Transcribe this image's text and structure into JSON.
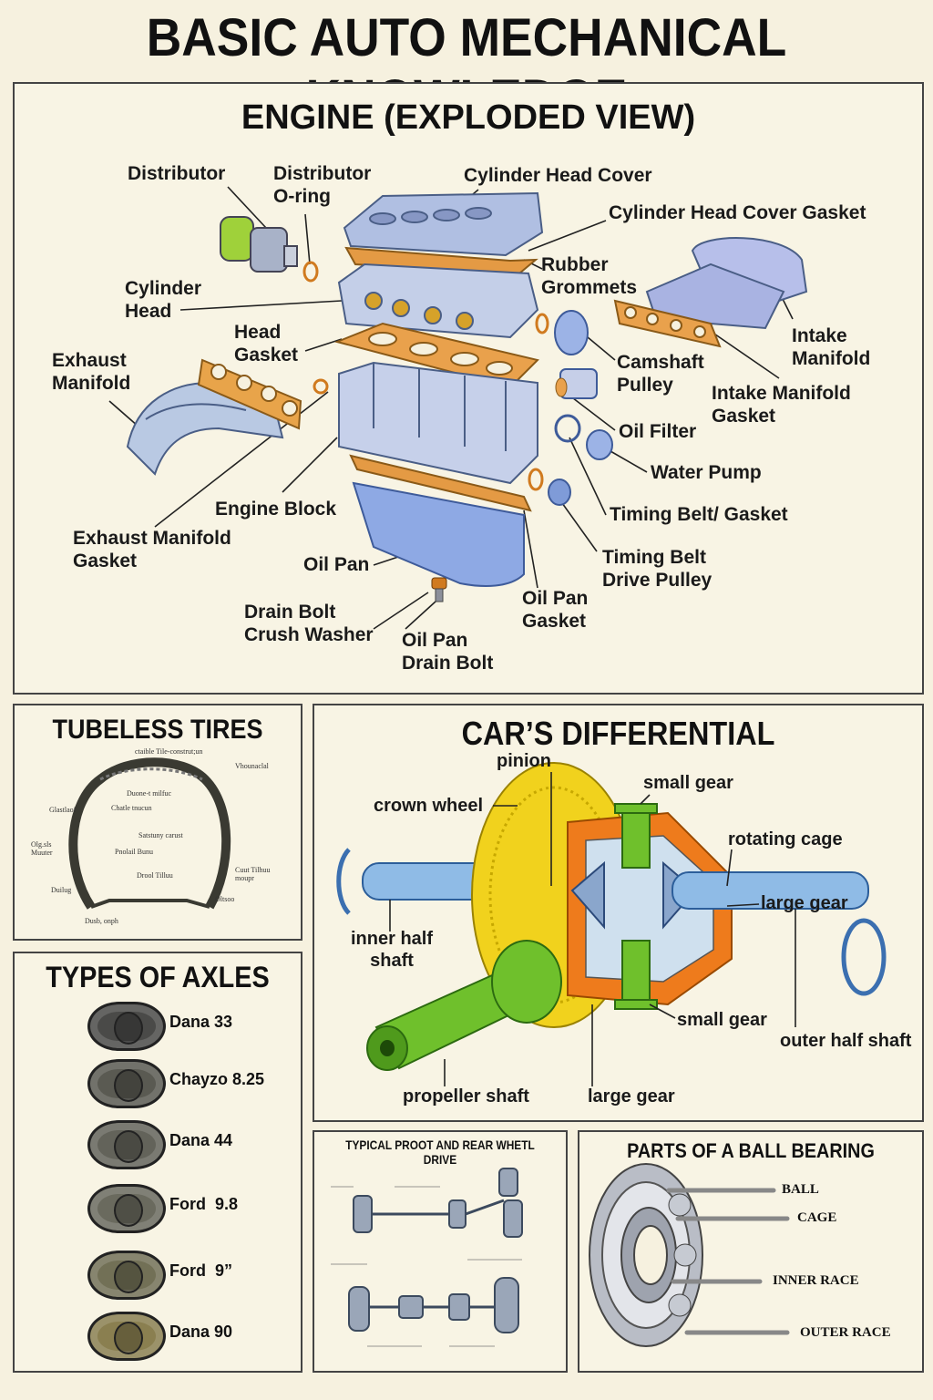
{
  "page": {
    "title": "BASIC AUTO MECHANICAL KNOWLEDGE"
  },
  "engine": {
    "title": "ENGINE (EXPLODED VIEW)",
    "labels": {
      "distributor": "Distributor",
      "distributor_oring": "Distributor\nO-ring",
      "cyl_head_cover": "Cylinder Head Cover",
      "cyl_head_cover_gasket": "Cylinder Head Cover Gasket",
      "rubber_grommets": "Rubber\nGrommets",
      "cylinder_head": "Cylinder\nHead",
      "head_gasket": "Head\nGasket",
      "exhaust_manifold": "Exhaust\nManifold",
      "intake_manifold": "Intake\nManifold",
      "camshaft_pulley": "Camshaft\nPulley",
      "intake_manifold_gasket": "Intake Manifold\nGasket",
      "oil_filter": "Oil Filter",
      "water_pump": "Water Pump",
      "engine_block": "Engine Block",
      "timing_belt_gasket": "Timing Belt/ Gasket",
      "exhaust_manifold_gasket": "Exhaust Manifold\nGasket",
      "timing_belt_drive_pulley": "Timing Belt\nDrive Pulley",
      "oil_pan": "Oil Pan",
      "oil_pan_gasket": "Oil Pan\nGasket",
      "drain_bolt_crush_washer": "Drain Bolt\nCrush Washer",
      "oil_pan_drain_bolt": "Oil Pan\nDrain Bolt"
    }
  },
  "tires": {
    "title": "TUBELESS TIRES",
    "labels": [
      "ctaible Tile-construt;un",
      "Vhounaclal",
      "Duone-t milfuc",
      "Chatle tnucun",
      "Glastlaof",
      "Satstuny carust",
      "Olg.sls Muuter",
      "Pnolail Bunu",
      "Drool Tilluu",
      "Cuut Tilhuu moupr",
      "Duilug",
      "Oltsoo",
      "Dusb, onph"
    ]
  },
  "axles": {
    "title": "TYPES OF AXLES",
    "items": [
      {
        "name": "Dana 33",
        "color": "#4a4a48"
      },
      {
        "name": "Chayzo 8.25",
        "color": "#5a5a52"
      },
      {
        "name": "Dana 44",
        "color": "#63635a"
      },
      {
        "name": "Ford  9.8",
        "color": "#6a6a5e"
      },
      {
        "name": "Ford  9”",
        "color": "#727056"
      },
      {
        "name": "Dana 90",
        "color": "#8a7f50"
      }
    ]
  },
  "differential": {
    "title": "CAR’S DIFFERENTIAL",
    "labels": {
      "pinion": "pinion",
      "small_gear_top": "small gear",
      "crown_wheel": "crown wheel",
      "rotating_cage": "rotating cage",
      "large_gear_right": "large gear",
      "inner_half_shaft": "inner half\nshaft",
      "small_gear_bottom": "small gear",
      "outer_half_shaft": "outer half shaft",
      "propeller_shaft": "propeller shaft",
      "large_gear_bottom": "large gear"
    }
  },
  "drive": {
    "title": "TYPICAL PROOT AND REAR WHETL DRIVE"
  },
  "bearing": {
    "title": "PARTS OF A BALL BEARING",
    "labels": [
      "BALL",
      "CAGE",
      "INNER RACE",
      "OUTER RACE"
    ]
  }
}
